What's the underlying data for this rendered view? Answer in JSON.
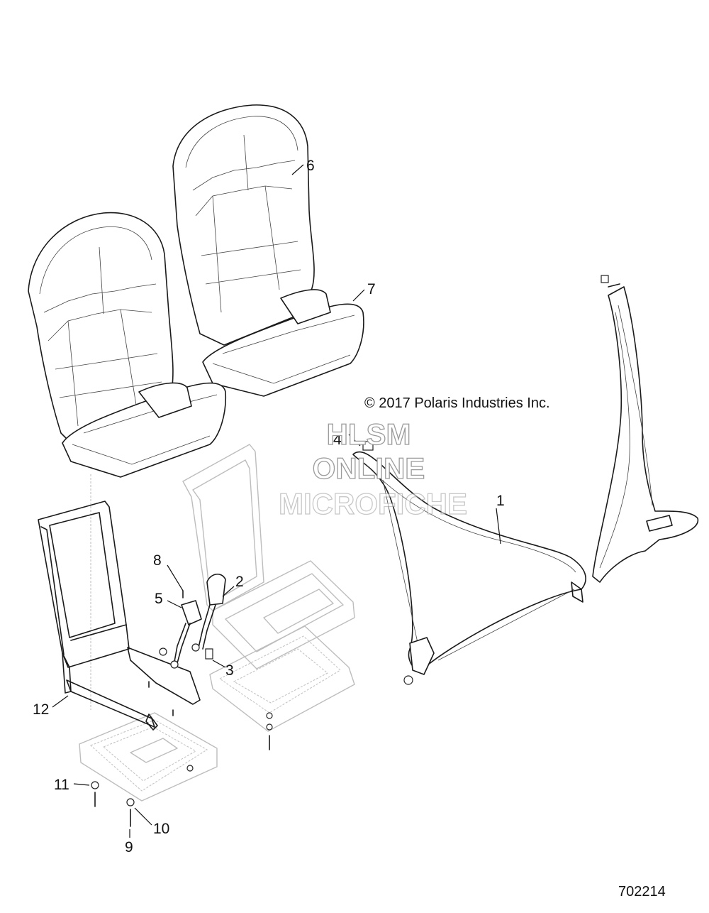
{
  "copyright": "© 2017 Polaris Industries Inc.",
  "watermark": {
    "line1": "HLSM",
    "line2": "ONLINE",
    "line3": "MICROFICHE"
  },
  "figure_number": "702214",
  "callouts": {
    "c1": "1",
    "c2": "2",
    "c3": "3",
    "c4": "4",
    "c5": "5",
    "c6": "6",
    "c7": "7",
    "c8": "8",
    "c9": "9",
    "c10": "10",
    "c11": "11",
    "c12": "12"
  }
}
